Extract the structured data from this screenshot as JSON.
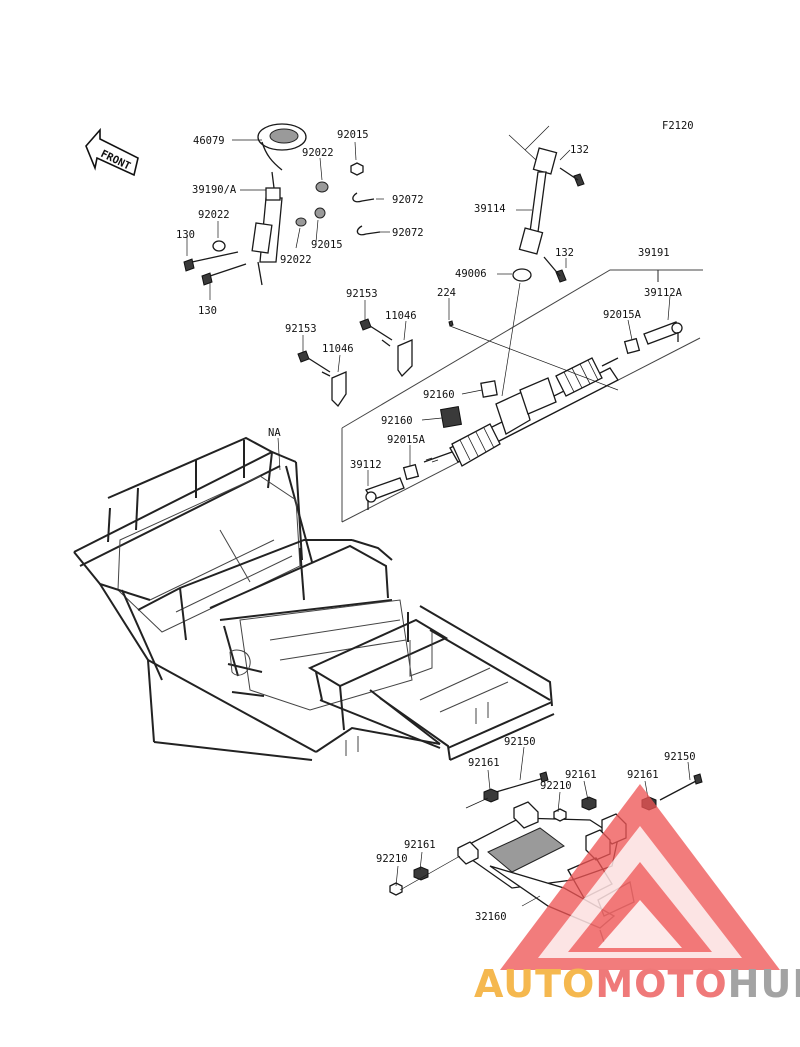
{
  "figure_code": "F2120",
  "front_arrow_label": "FRONT",
  "frame_label": "NA",
  "callouts": [
    {
      "id": "c46079",
      "text": "46079"
    },
    {
      "id": "c92015a",
      "text": "92015"
    },
    {
      "id": "c92022a",
      "text": "92022"
    },
    {
      "id": "c39190",
      "text": "39190/A"
    },
    {
      "id": "c92072a",
      "text": "92072"
    },
    {
      "id": "c92022b",
      "text": "92022"
    },
    {
      "id": "c130a",
      "text": "130"
    },
    {
      "id": "c92015b",
      "text": "92015"
    },
    {
      "id": "c92072b",
      "text": "92072"
    },
    {
      "id": "c92022c",
      "text": "92022"
    },
    {
      "id": "c130b",
      "text": "130"
    },
    {
      "id": "c132a",
      "text": "132"
    },
    {
      "id": "c39114",
      "text": "39114"
    },
    {
      "id": "c132b",
      "text": "132"
    },
    {
      "id": "c49006",
      "text": "49006"
    },
    {
      "id": "c39191",
      "text": "39191"
    },
    {
      "id": "c224",
      "text": "224"
    },
    {
      "id": "c39112a",
      "text": "39112A"
    },
    {
      "id": "c92153a",
      "text": "92153"
    },
    {
      "id": "c11046a",
      "text": "11046"
    },
    {
      "id": "c92015c",
      "text": "92015A"
    },
    {
      "id": "c92153b",
      "text": "92153"
    },
    {
      "id": "c11046b",
      "text": "11046"
    },
    {
      "id": "c92160a",
      "text": "92160"
    },
    {
      "id": "c92160b",
      "text": "92160"
    },
    {
      "id": "c92015d",
      "text": "92015A"
    },
    {
      "id": "c39112b",
      "text": "39112"
    },
    {
      "id": "c92150a",
      "text": "92150"
    },
    {
      "id": "c92150b",
      "text": "92150"
    },
    {
      "id": "c92161a",
      "text": "92161"
    },
    {
      "id": "c92161b",
      "text": "92161"
    },
    {
      "id": "c92161c",
      "text": "92161"
    },
    {
      "id": "c92210a",
      "text": "92210"
    },
    {
      "id": "c92161d",
      "text": "92161"
    },
    {
      "id": "c92210b",
      "text": "92210"
    },
    {
      "id": "c32160",
      "text": "32160"
    }
  ],
  "watermark": {
    "part1": "AUTO",
    "part2": "MOTO",
    "part3": "HUB",
    "color_auto": "#f5b13c",
    "color_moto": "#ee6b6b",
    "color_hub": "#9a9a9a",
    "triangle_color": "#ee5555"
  }
}
